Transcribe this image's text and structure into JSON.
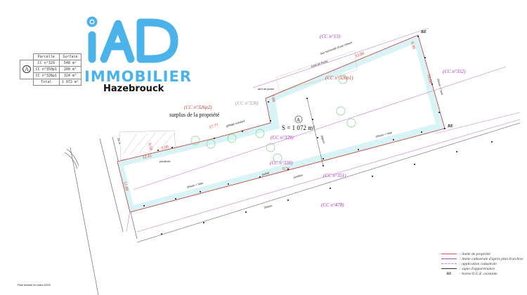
{
  "brand": {
    "logo_letters": "iAD",
    "name": "IMMOBILIER",
    "city": "Hazebrouck",
    "color": "#4cb3ea"
  },
  "parcel_table": {
    "headers": [
      "Parcelle",
      "Surface"
    ],
    "marker": "A",
    "rows": [
      [
        "CC n°329",
        "548 m²"
      ],
      [
        "CC n°350p1",
        "200 m²"
      ],
      [
        "CC n°326p1",
        "324 m²"
      ]
    ],
    "total": [
      "Total",
      "1 072 m²"
    ]
  },
  "plan": {
    "lot_marker": "A",
    "surface": "S = 1 072 m²",
    "surplus": "surplus de la propriété",
    "parcels": {
      "cc13": "(CC n°13)",
      "cc352": "(CC n°352)",
      "cc326p1": "(CC n°326p1)",
      "cc326p2": "(CC n°326p2)",
      "cc326": "(CC n°326)",
      "cc329": "(CC n°329)",
      "cc330": "(CC n°330)",
      "cc351": "(CC n°351)",
      "cc478": "(CC n°478)"
    },
    "dimensions": {
      "top": "33.00",
      "corner": "0.90",
      "right": "19.00",
      "step": "7.00",
      "mid": "17.77",
      "short": "3.00",
      "left_top": "12.41",
      "left": "11.00",
      "bottom": "0.71",
      "notch": "0.50"
    },
    "annotations": {
      "wall": "mur surmonté d'une clôture",
      "friche": "zone en friche",
      "abri": "abri de jardin",
      "grillage": "grillage existant",
      "parabole": "parabole",
      "haie1": "clôture + haie",
      "haie2": "clôture + haie",
      "haie3": "clôture + haie",
      "portail": "portail",
      "portillon": "portillon",
      "cloture": "clôture",
      "road": "Dv 4",
      "pignon": "pignon"
    },
    "be": "BE",
    "colors": {
      "boundary": "#c0392b",
      "cadastre": "#c77dcf",
      "strip": "#d9f4f6",
      "trees": "#7fcf8a"
    }
  },
  "legend": [
    {
      "text": ": limite de propriété",
      "color": "#d9534f"
    },
    {
      "text": ": limite cadastrale d'après plan d'archive",
      "color": "#9b59b6"
    },
    {
      "text": ": application cadastrale",
      "color": "#c77dcf"
    },
    {
      "text": ": signe d'appartenance",
      "color": "#333333"
    },
    {
      "symbol": "BE",
      "text": ": borne O.G.E. existante"
    }
  ],
  "footnote": "Plan dressé en mars 2025"
}
